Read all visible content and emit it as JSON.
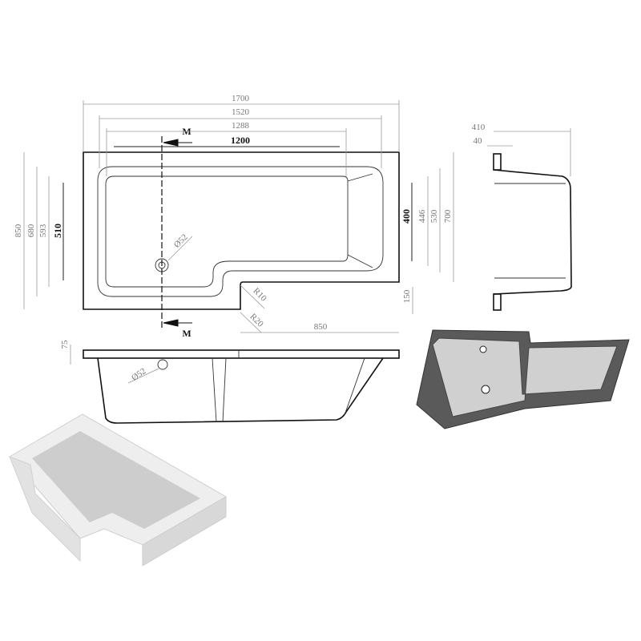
{
  "plan_view": {
    "width_labels": [
      "1700",
      "1520",
      "1288",
      "1200"
    ],
    "left_height_labels": [
      "850",
      "680",
      "593",
      "510"
    ],
    "right_height_labels": [
      "400",
      "446",
      "530",
      "700"
    ],
    "section_marker": "M",
    "waste_diameter": "Ø52",
    "inner_radius": "R10",
    "outer_radius": "R20",
    "step_height": "150",
    "step_width": "850"
  },
  "end_view": {
    "depth_label": "410",
    "rim_label": "40"
  },
  "side_view": {
    "rim_thickness": "75",
    "waste_diameter": "Ø52"
  },
  "colors": {
    "render_dark": "#5a5a5a",
    "render_light": "#e6e6e6"
  }
}
